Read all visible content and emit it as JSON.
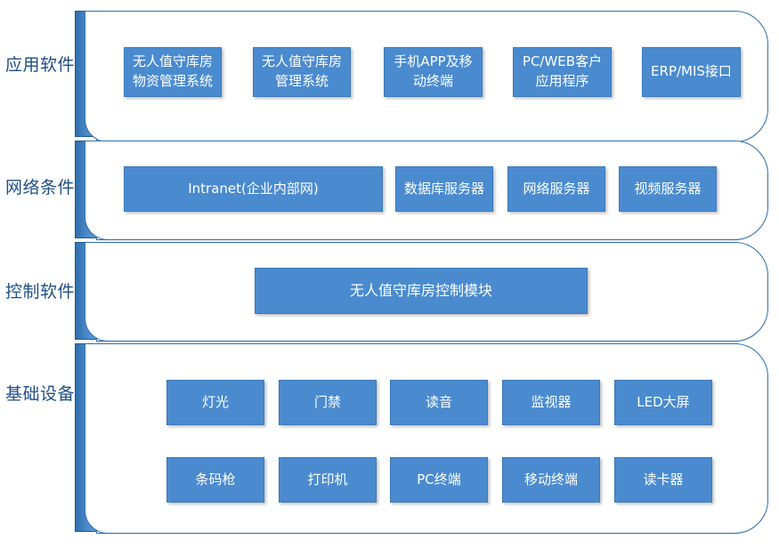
{
  "layers": [
    {
      "label": "应用软件",
      "blocks": [
        "无人值守库房\n物资管理系统",
        "无人值守库房\n管理系统",
        "手机APP及移\n动终端",
        "PC/WEB客户\n应用程序",
        "ERP/MIS接口"
      ]
    },
    {
      "label": "网络条件",
      "blocks": [
        "Intranet(企业内部网)",
        "数据库服务器",
        "网络服务器",
        "视频服务器"
      ]
    },
    {
      "label": "控制软件",
      "blocks": [
        "无人值守库房控制模块"
      ]
    },
    {
      "label": "基础设备",
      "blocks": [
        "灯光",
        "门禁",
        "读音",
        "监视器",
        "LED大屏",
        "条码枪",
        "打印机",
        "PC终端",
        "移动终端",
        "读卡器"
      ]
    }
  ],
  "colors": {
    "block_fill": "#4a8bd0",
    "label_text": "#1f4f86",
    "panel_border": "#2f6fad"
  }
}
